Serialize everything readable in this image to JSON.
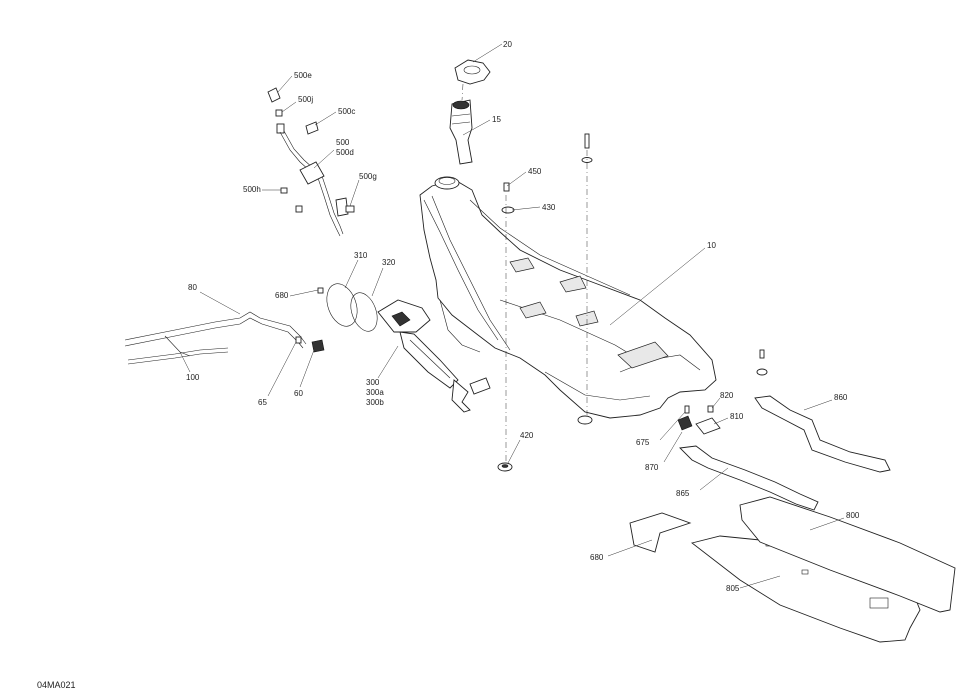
{
  "diagram": {
    "code": "04MA021",
    "labels": {
      "l20": "20",
      "l15": "15",
      "l450": "450",
      "l430": "430",
      "l10": "10",
      "l500e": "500e",
      "l500j": "500j",
      "l500c": "500c",
      "l500": "500",
      "l500d": "500d",
      "l500h": "500h",
      "l500g": "500g",
      "l310": "310",
      "l320": "320",
      "l680a": "680",
      "l80": "80",
      "l100": "100",
      "l65": "65",
      "l60": "60",
      "l300": "300",
      "l300a": "300a",
      "l300b": "300b",
      "l420": "420",
      "l675": "675",
      "l820": "820",
      "l810": "810",
      "l870": "870",
      "l860": "860",
      "l865": "865",
      "l800": "800",
      "l680b": "680",
      "l805": "805"
    }
  }
}
